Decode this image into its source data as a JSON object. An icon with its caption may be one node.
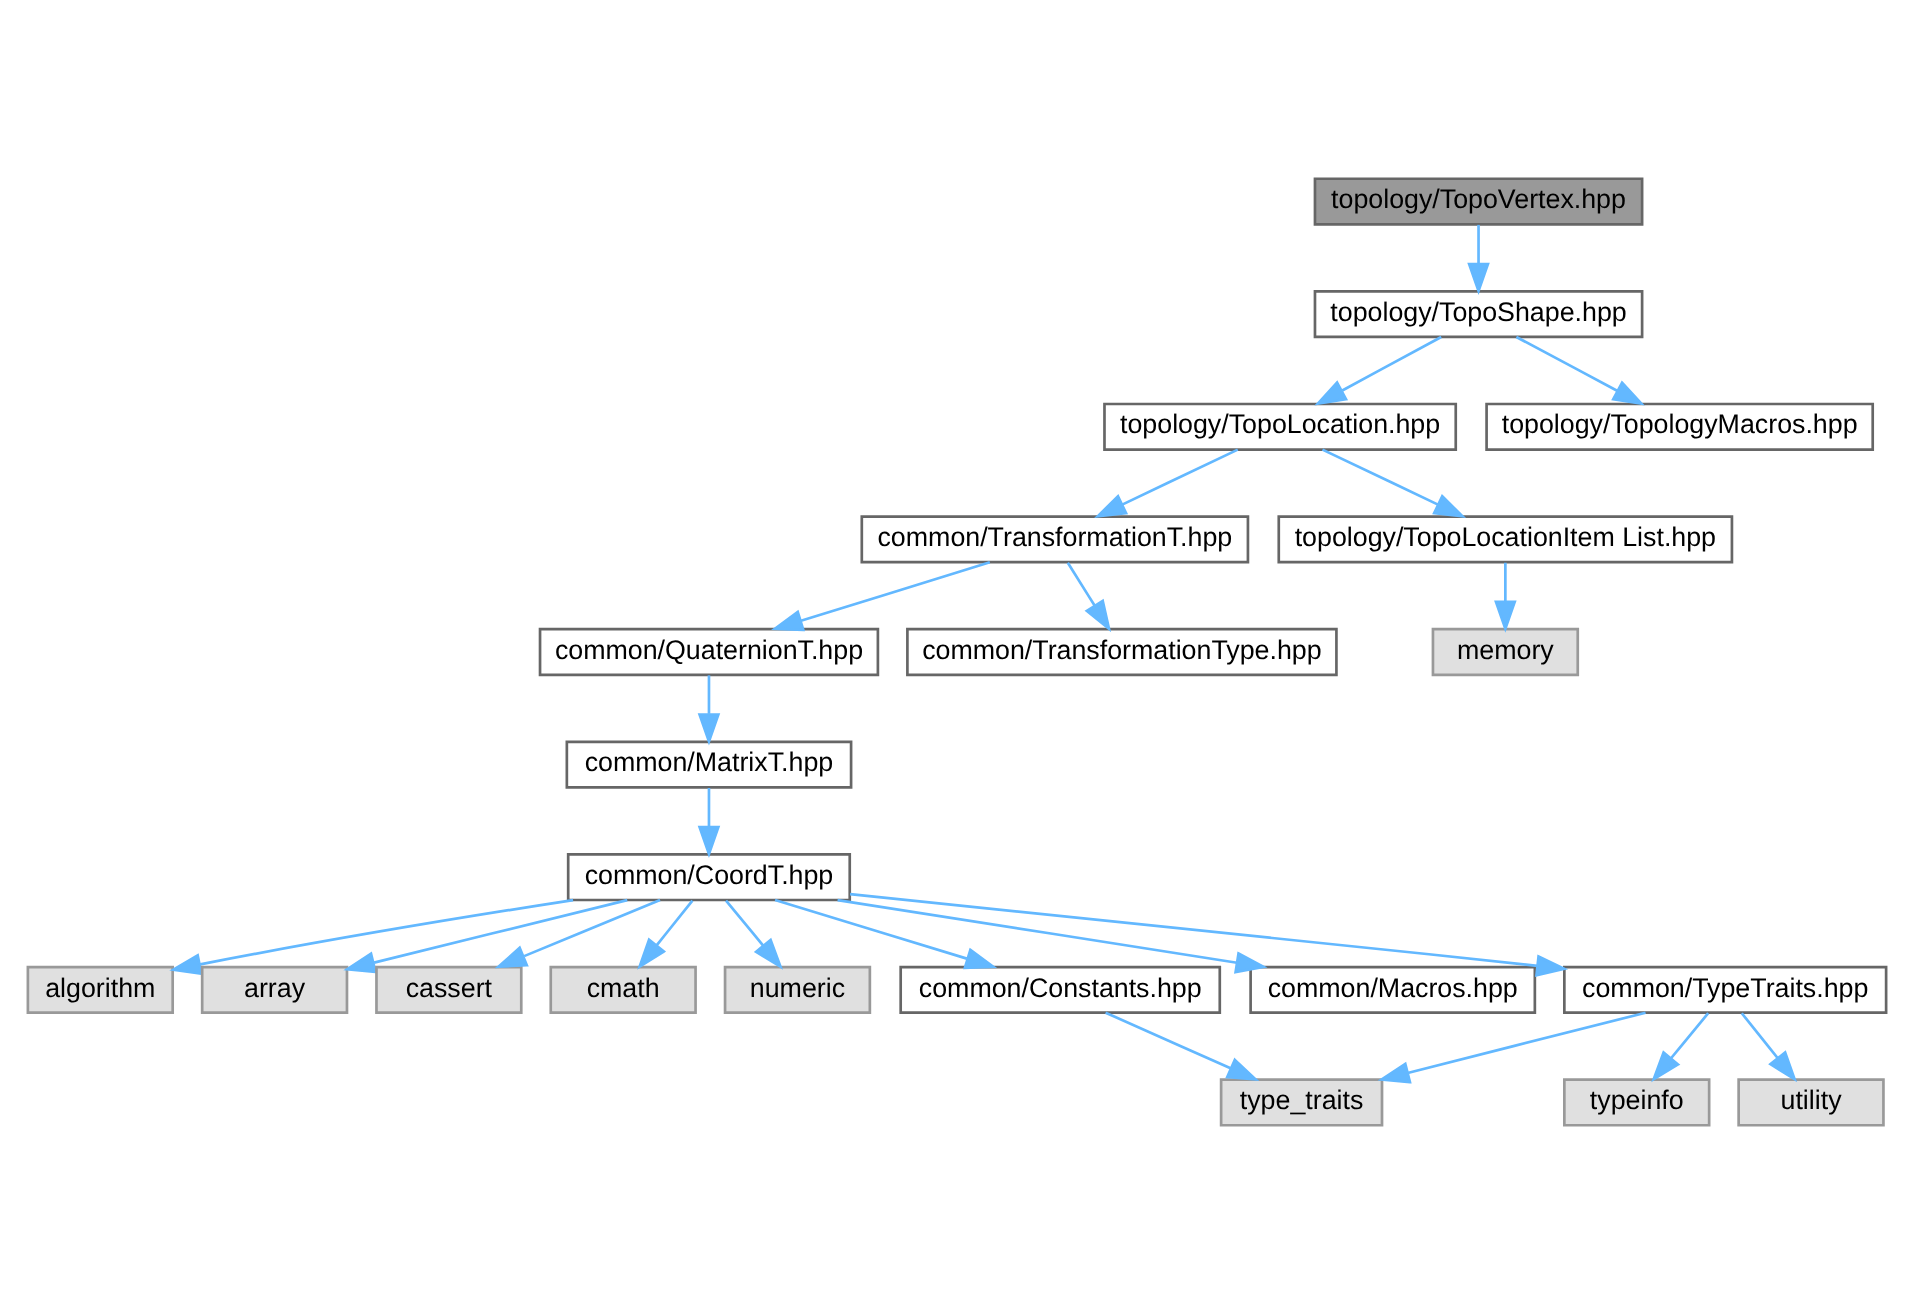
{
  "diagram": {
    "nodes": [
      {
        "text": [
          "topology/TopoVertex.hpp"
        ]
      },
      {
        "text": [
          "topology/TopoShape.hpp"
        ]
      },
      {
        "text": [
          "topology/TopoLocation.hpp"
        ]
      },
      {
        "text": [
          "topology/TopologyMacros.hpp"
        ]
      },
      {
        "text": [
          "common/TransformationT.hpp"
        ]
      },
      {
        "text": [
          "topology/TopoLocationItem List.hpp"
        ]
      },
      {
        "text": [
          "common/QuaternionT.hpp"
        ]
      },
      {
        "text": [
          "common/TransformationType.hpp"
        ]
      },
      {
        "text": [
          "memory"
        ]
      },
      {
        "text": [
          "common/MatrixT.hpp"
        ]
      },
      {
        "text": [
          "common/CoordT.hpp"
        ]
      },
      {
        "text": [
          "algorithm"
        ]
      },
      {
        "text": [
          "array"
        ]
      },
      {
        "text": [
          "cassert"
        ]
      },
      {
        "text": [
          "cmath"
        ]
      },
      {
        "text": [
          "numeric"
        ]
      },
      {
        "text": [
          "common/Constants.hpp"
        ]
      },
      {
        "text": [
          "common/Macros.hpp"
        ]
      },
      {
        "text": [
          "common/TypeTraits.hpp"
        ]
      },
      {
        "text": [
          "type_traits"
        ]
      },
      {
        "text": [
          "typeinfo"
        ]
      },
      {
        "text": [
          "utility"
        ]
      }
    ],
    "edges": [
      {
        "from": 0,
        "to": 1,
        "arrow": "to"
      },
      {
        "from": 1,
        "to": 2,
        "arrow": "to"
      },
      {
        "from": 1,
        "to": 3,
        "arrow": "to"
      },
      {
        "from": 2,
        "to": 4,
        "arrow": "to"
      },
      {
        "from": 2,
        "to": 5,
        "arrow": "to"
      },
      {
        "from": 4,
        "to": 6,
        "arrow": "to"
      },
      {
        "from": 4,
        "to": 7,
        "arrow": "to"
      },
      {
        "from": 5,
        "to": 8,
        "arrow": "to"
      },
      {
        "from": 6,
        "to": 9,
        "arrow": "to"
      },
      {
        "from": 9,
        "to": 10,
        "arrow": "to"
      },
      {
        "from": 10,
        "to": 11,
        "arrow": "to"
      },
      {
        "from": 10,
        "to": 12,
        "arrow": "to"
      },
      {
        "from": 10,
        "to": 13,
        "arrow": "to"
      },
      {
        "from": 10,
        "to": 14,
        "arrow": "to"
      },
      {
        "from": 10,
        "to": 15,
        "arrow": "to"
      },
      {
        "from": 10,
        "to": 16,
        "arrow": "to"
      },
      {
        "from": 10,
        "to": 17,
        "arrow": "to"
      },
      {
        "from": 10,
        "to": 18,
        "arrow": "to"
      },
      {
        "from": 16,
        "to": 19,
        "arrow": "to"
      },
      {
        "from": 18,
        "to": 19,
        "arrow": "to"
      },
      {
        "from": 18,
        "to": 20,
        "arrow": "to"
      },
      {
        "from": 18,
        "to": 21,
        "arrow": "to"
      }
    ]
  }
}
